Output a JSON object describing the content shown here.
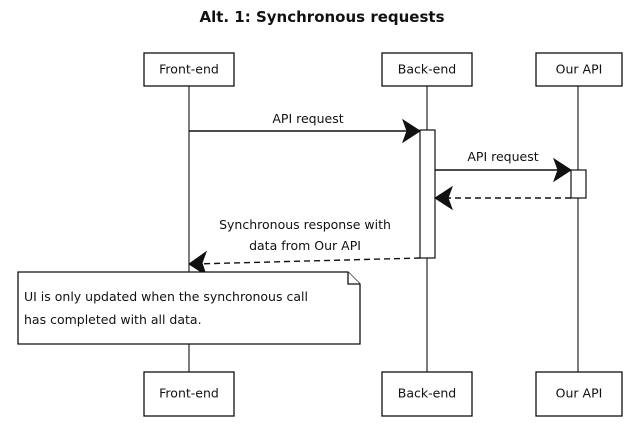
{
  "diagram": {
    "title": "Alt. 1: Synchronous requests",
    "actors": {
      "frontend": "Front-end",
      "backend": "Back-end",
      "api": "Our API"
    },
    "messages": {
      "frontend_to_backend": "API request",
      "backend_to_api": "API request",
      "response_line_1": "Synchronous response with",
      "response_line_2": "data from Our API"
    },
    "note": {
      "line_1": "UI is only updated when the synchronous call",
      "line_2": "has completed with all data."
    }
  }
}
